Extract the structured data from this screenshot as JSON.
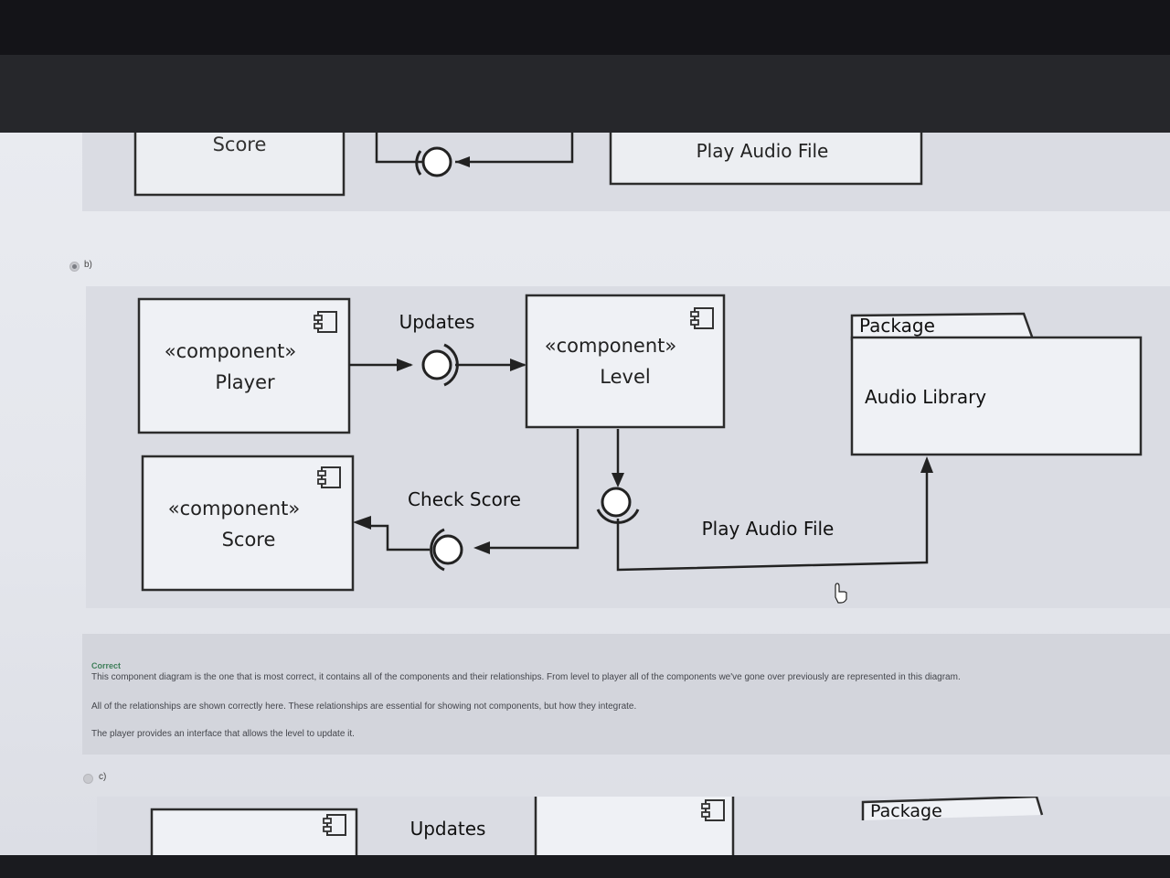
{
  "top_option": {
    "labels": {
      "score": "Score",
      "play_audio": "Play Audio File"
    }
  },
  "option_b": {
    "label": "b)",
    "selected": true,
    "diagram": {
      "player": {
        "stereotype": "«component»",
        "name": "Player"
      },
      "level": {
        "stereotype": "«component»",
        "name": "Level"
      },
      "score": {
        "stereotype": "«component»",
        "name": "Score"
      },
      "package": {
        "tab": "Package",
        "name": "Audio Library"
      },
      "updates_label": "Updates",
      "check_score_label": "Check Score",
      "play_audio_label": "Play Audio File"
    }
  },
  "feedback": {
    "status": "Correct",
    "status_color": "#3f7f5a",
    "lines": [
      "This component diagram is the one that is most correct, it contains all of the components and their relationships. From level to player all of the components we've gone over previously are represented in this diagram.",
      "All of the relationships are shown correctly here. These relationships are essential for showing not components, but how they integrate.",
      "The player provides an interface that allows the level to update it."
    ]
  },
  "option_c": {
    "label": "c)",
    "selected": false,
    "updates_label": "Updates",
    "package_tab": "Package"
  }
}
